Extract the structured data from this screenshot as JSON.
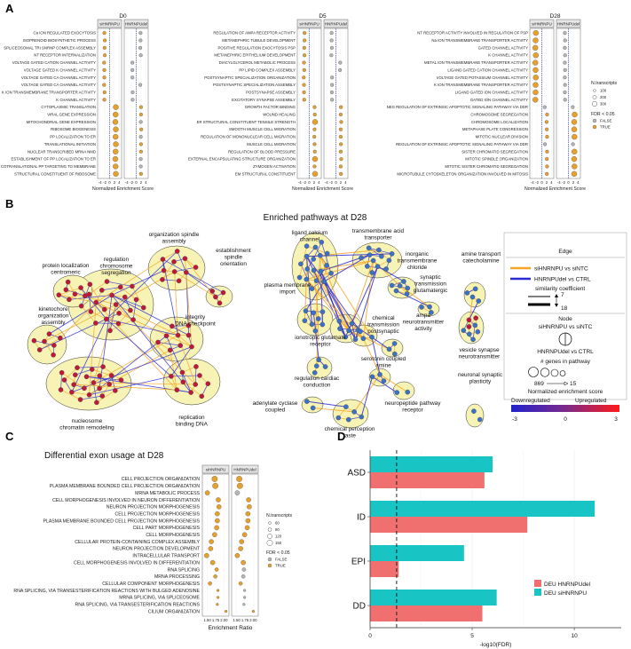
{
  "panels": {
    "A": {
      "label": "A",
      "facets": [
        "siHNRNPU",
        "HNRNPUdel"
      ],
      "xlabel": "Normalized Enrichment Score",
      "xticks": [
        "-4",
        "-2",
        "0",
        "2",
        "4"
      ],
      "legend": {
        "size_title": "N.transcripts",
        "sizes": [
          "100",
          "200",
          "300"
        ],
        "fdr_title": "FDR < 0.05",
        "fdr_values": [
          "FALSE",
          "TRUE"
        ]
      },
      "groups": [
        {
          "name": "D0",
          "rows": [
            {
              "term": "Ca ION REGULATED EXOCYTOSIS",
              "si": -2.2,
              "del": 1.8
            },
            {
              "term": "ISOPRENOID BIOSYNTHETIC PROCESS",
              "si": -2.0,
              "del": 1.8
            },
            {
              "term": "SPLICEOSOMAL TRI SNRNP COMPLEX ASSEMBLY",
              "si": -2.1,
              "del": 1.7
            },
            {
              "term": "NT RECEPTOR INTERNALIZATION",
              "si": -2.0,
              "del": 1.9
            },
            {
              "term": "VOLTAGE GATED CATION CHANNEL ACTIVITY",
              "si": -2.3,
              "del": -1.6
            },
            {
              "term": "VOLTAGE GATED K CHANNEL ACTIVITY",
              "si": -2.2,
              "del": -1.6
            },
            {
              "term": "VOLTAGE GATED CA CHANNEL ACTIVITY",
              "si": -2.2,
              "del": -1.6
            },
            {
              "term": "VOLTAGE GATED CA CHANNEL ACTIVITY",
              "si": -2.3,
              "del": 1.7
            },
            {
              "term": "K ION TRANSMEMBRANE TRANSPORTER ACTIVITY",
              "si": -2.1,
              "del": -1.5
            },
            {
              "term": "K CHANNEL ACTIVITY",
              "si": -2.2,
              "del": -1.5
            },
            {
              "term": "CYTOPLASMIC TRANSLATION",
              "si": 2.6,
              "del": 2.0
            },
            {
              "term": "VIRAL GENE EXPRESSION",
              "si": 2.5,
              "del": 2.0
            },
            {
              "term": "MITOCHONDRIAL GENE EXPRESSION",
              "si": 2.4,
              "del": 1.9
            },
            {
              "term": "RIBOSOME BIOGENESIS",
              "si": 2.6,
              "del": 2.1
            },
            {
              "term": "PP LOCALIZATION TO ER",
              "si": 2.5,
              "del": 1.9
            },
            {
              "term": "TRANSLATIONAL INITIATION",
              "si": 2.6,
              "del": 2.0
            },
            {
              "term": "NUCLEAR TRANSCRIBED MRNA NMD",
              "si": 2.5,
              "del": 2.0
            },
            {
              "term": "ESTABLISHMENT OF PP LOCALIZATION TO ER",
              "si": 2.4,
              "del": 1.9
            },
            {
              "term": "COTRANSLATIONAL PP TARGETING TO MEMBRANE",
              "si": 2.5,
              "del": 1.9
            },
            {
              "term": "STRUCTURAL CONSTITUENT OF RIBOSOME",
              "si": 2.6,
              "del": 2.0
            }
          ]
        },
        {
          "name": "D5",
          "rows": [
            {
              "term": "REGULATION OF AMPA RECEPTOR ACTIVITY",
              "si": -2.0,
              "del": -1.8
            },
            {
              "term": "METANEPHRIC TUBULE DEVELOPMENT",
              "si": -2.0,
              "del": -1.8
            },
            {
              "term": "POSITIVE REGULATION EXOCYTOSIS PSP",
              "si": -2.1,
              "del": -1.7
            },
            {
              "term": "METANEPHRIC EPITHELIUM DEVELOPMENT",
              "si": -2.0,
              "del": -1.9
            },
            {
              "term": "DIACYLGLYCEROL METABOLIC PROCESS",
              "si": -2.2,
              "del": 1.8
            },
            {
              "term": "PP LIPID COMPLEX ASSEMBLY",
              "si": -2.1,
              "del": 1.7
            },
            {
              "term": "POSTSYNAPTIC SPECIALIZATION ORGANIZATION",
              "si": -2.3,
              "del": -1.6
            },
            {
              "term": "POSTSYNAPTIC SPECIALIZATION ASSEMBLY",
              "si": -2.2,
              "del": -1.6
            },
            {
              "term": "POSTSYNAPSE ASSEMBLY",
              "si": -2.2,
              "del": -1.7
            },
            {
              "term": "EXCITATORY SYNAPSE ASSEMBLY",
              "si": -2.1,
              "del": -1.6
            },
            {
              "term": "GROWTH FACTOR BINDING",
              "si": 2.2,
              "del": 2.1
            },
            {
              "term": "WOUND HEALING",
              "si": 2.3,
              "del": 2.0
            },
            {
              "term": "ER STRUCTURAL CONSTITUENT TENSILE STRENGTH",
              "si": 2.4,
              "del": 2.2
            },
            {
              "term": "SMOOTH MUSCLE CELL MIGRATION",
              "si": 2.2,
              "del": 2.0
            },
            {
              "term": "REGULATION OF MONONUCLEAR CELL MIGRATION",
              "si": 2.1,
              "del": 2.0
            },
            {
              "term": "MUSCLE CELL MIGRATION",
              "si": 2.2,
              "del": 2.1
            },
            {
              "term": "REGULATION OF BLOOD PRESSURE",
              "si": 2.3,
              "del": 2.0
            },
            {
              "term": "EXTERNAL ENCAPSULATING STRUCTURE ORGANIZATION",
              "si": 2.4,
              "del": 2.2
            },
            {
              "term": "ZYMOGEN ACTIVATION",
              "si": 2.2,
              "del": 2.0
            },
            {
              "term": "EM STRUCTURAL CONSTITUENT",
              "si": 2.4,
              "del": 2.1
            }
          ]
        },
        {
          "name": "D28",
          "rows": [
            {
              "term": "NT RECEPTOR ACTIVITY INVOLVED IN REGULATION OF PSP",
              "si": -2.5,
              "del": -1.5
            },
            {
              "term": "Na ION TRANSMEMBRANE TRANSPORTER ACTIVITY",
              "si": -2.6,
              "del": -1.4
            },
            {
              "term": "GATED CHANNEL ACTIVITY",
              "si": -2.7,
              "del": -1.5
            },
            {
              "term": "K CHANNEL ACTIVITY",
              "si": -2.5,
              "del": -1.4
            },
            {
              "term": "METAL ION TRANSMEMBRANE TRANSPORTER ACTIVITY",
              "si": -2.7,
              "del": -1.5
            },
            {
              "term": "LIGAND GATED CATION CHANNEL ACTIVITY",
              "si": -2.6,
              "del": -1.4
            },
            {
              "term": "VOLTAGE GATED POTASSIUM CHANNEL ACTIVITY",
              "si": -2.5,
              "del": -1.5
            },
            {
              "term": "K ION TRANSMEMBRANE TRANSPORTER ACTIVITY",
              "si": -2.6,
              "del": -1.4
            },
            {
              "term": "LIGAND GATED ION CHANNEL ACTIVITY",
              "si": -2.6,
              "del": -1.5
            },
            {
              "term": "GATED ION CHANNEL ACTIVITY",
              "si": -2.7,
              "del": -1.4
            },
            {
              "term": "NEG REGULATION OF EXTRINSIC APOPTOTIC SIGNALING PATHWAY VIA DDR",
              "si": 1.2,
              "del": 1.8
            },
            {
              "term": "CHROMOSOME SEGREGATION",
              "si": 2.2,
              "del": 2.6
            },
            {
              "term": "CHROMOSOME LOCALIZATION",
              "si": 2.0,
              "del": 2.4
            },
            {
              "term": "METAPHASE PLATE CONGRESSION",
              "si": 2.1,
              "del": 2.4
            },
            {
              "term": "MITOTIC NUCLEAR DIVISION",
              "si": 2.2,
              "del": 2.5
            },
            {
              "term": "REGULATION OF EXTRINSIC APOPTOTIC SIGNALING PATHWAY VIA DDR",
              "si": 1.3,
              "del": 1.9
            },
            {
              "term": "SISTER CHROMATID SEGREGATION",
              "si": 2.2,
              "del": 2.5
            },
            {
              "term": "MITOTIC SPINDLE ORGANIZATION",
              "si": 2.1,
              "del": 2.4
            },
            {
              "term": "MITOTIC SISTER CHROMATID SEGREGATION",
              "si": 2.2,
              "del": 2.5
            },
            {
              "term": "MICROTUBULE CYTOSKELETON ORGANIZATION INVOLVED IN MITOSIS",
              "si": 2.1,
              "del": 2.4
            }
          ]
        }
      ]
    },
    "B": {
      "label": "B",
      "title": "Enriched pathways at D28",
      "clusters_left": [
        "protein localization centromeric",
        "organization spindle assembly",
        "establishment spindle orientation",
        "regulation chromosome segregation",
        "kinetochore organization assembly",
        "integrity DNA checkpoint",
        "nucleosome chromatin remodeling",
        "replication binding DNA"
      ],
      "clusters_right": [
        "ligand calcium channel",
        "transmembrane acid transporter",
        "inorganic transmembrane chloride",
        "synaptic transmission glutamatergic",
        "amine transport catecholamine",
        "plasma membrane import",
        "ionotropic glutamate receptor",
        "chemical transmission postsynaptic",
        "ampa neurotransmitter activity",
        "vesicle synapse neurotransmitter",
        "regulation cardiac conduction",
        "serotonin coupled amine",
        "adenylate cyclase coupled",
        "neuropeptide pathway receptor",
        "neuronal synaptic plasticity",
        "chemical perception taste"
      ],
      "legend": {
        "edge_title": "Edge",
        "edge_si": "siHNRNPU vs siNTC",
        "edge_del": "HNRNPUdel vs CTRL",
        "similarity": "similarity coefficient",
        "sim_hi": "7",
        "sim_lo": "18",
        "node_title": "Node",
        "node_si": "siHNRNPU vs siNTC",
        "node_del": "HNRNPUdel vs CTRL",
        "genes": "# genes in pathway",
        "genes_hi": "869",
        "genes_lo": "15",
        "nes": "Normalized enrichment score",
        "down": "Downregulated",
        "up": "Upregulated",
        "scale": [
          "-3",
          "0",
          "3"
        ]
      },
      "colors": {
        "si_edge": "#f5a623",
        "del_edge": "#2b2bd6",
        "node_up": "#c0183a",
        "node_down": "#3a72c9",
        "cluster": "#f7f3b5"
      }
    },
    "C": {
      "label": "C",
      "title": "Differential exon usage at D28",
      "facets": [
        "siHNRNPU",
        "HNRNPUdel"
      ],
      "xlabel": "Enrichment Ratio",
      "xticks": [
        "1.50",
        "1.75",
        "2.00"
      ],
      "legend": {
        "size_title": "N.transcripts",
        "sizes": [
          "60",
          "90",
          "120",
          "150"
        ],
        "fdr_title": "FDR < 0.05",
        "fdr_values": [
          "FALSE",
          "TRUE"
        ]
      },
      "rows": [
        {
          "term": "CELL PROJECTION ORGANIZATION",
          "si": 1.72,
          "del": 1.58,
          "si_t": true,
          "del_t": true
        },
        {
          "term": "PLASMA MEMBRANE BOUNDED CELL PROJECTION ORGANIZATION",
          "si": 1.74,
          "del": 1.6,
          "si_t": true,
          "del_t": true
        },
        {
          "term": "MRNA METABOLIC PROCESS",
          "si": 1.5,
          "del": 1.52,
          "si_t": true,
          "del_t": false
        },
        {
          "term": "CELL MORPHOGENESIS INVOLVED IN NEURON DIFFERENTIATION",
          "si": 1.83,
          "del": 1.86,
          "si_t": true,
          "del_t": true
        },
        {
          "term": "NEURON PROJECTION MORPHOGENESIS",
          "si": 1.85,
          "del": 1.88,
          "si_t": true,
          "del_t": true
        },
        {
          "term": "CELL PROJECTION MORPHOGENESIS",
          "si": 1.8,
          "del": 1.84,
          "si_t": true,
          "del_t": true
        },
        {
          "term": "PLASMA MEMBRANE BOUNDED CELL PROJECTION MORPHOGENESIS",
          "si": 1.8,
          "del": 1.84,
          "si_t": true,
          "del_t": true
        },
        {
          "term": "CELL PART MORPHOGENESIS",
          "si": 1.78,
          "del": 1.82,
          "si_t": true,
          "del_t": true
        },
        {
          "term": "CELL MORPHOGENESIS",
          "si": 1.72,
          "del": 1.74,
          "si_t": true,
          "del_t": true
        },
        {
          "term": "CELLULAR PROTEIN-CONTAINING COMPLEX ASSEMBLY",
          "si": 1.62,
          "del": 1.65,
          "si_t": true,
          "del_t": true
        },
        {
          "term": "NEURON PROJECTION DEVELOPMENT",
          "si": 1.6,
          "del": 1.62,
          "si_t": true,
          "del_t": true
        },
        {
          "term": "INTRACELLULAR TRANSPORT",
          "si": 1.48,
          "del": 1.52,
          "si_t": true,
          "del_t": true
        },
        {
          "term": "CELL MORPHOGENESIS INVOLVED IN DIFFERENTIATION",
          "si": 1.66,
          "del": 1.7,
          "si_t": true,
          "del_t": true
        },
        {
          "term": "RNA SPLICING",
          "si": 1.78,
          "del": 1.72,
          "si_t": true,
          "del_t": false
        },
        {
          "term": "MRNA PROCESSING",
          "si": 1.74,
          "del": 1.7,
          "si_t": true,
          "del_t": false
        },
        {
          "term": "CELLULAR COMPONENT MORPHOGENESIS",
          "si": 1.58,
          "del": 1.62,
          "si_t": true,
          "del_t": true
        },
        {
          "term": "RNA SPLICING, VIA TRANSESTERIFICATION REACTIONS WITH BULGED ADENOSINE",
          "si": 1.82,
          "del": 1.74,
          "si_t": true,
          "del_t": false
        },
        {
          "term": "MRNA SPLICING, VIA SPLICEOSOME",
          "si": 1.82,
          "del": 1.74,
          "si_t": true,
          "del_t": false
        },
        {
          "term": "RNA SPLICING, VIA TRANSESTERIFICATION REACTIONS",
          "si": 1.8,
          "del": 1.72,
          "si_t": true,
          "del_t": false
        },
        {
          "term": "CILIUM ORGANIZATION",
          "si": 2.06,
          "del": 2.0,
          "si_t": true,
          "del_t": true
        }
      ]
    },
    "D": {
      "label": "D"
    }
  },
  "chart_data": {
    "type": "bar",
    "orientation": "horizontal",
    "categories": [
      "ASD",
      "ID",
      "EPI",
      "DD"
    ],
    "series": [
      {
        "name": "DEU HNRNPUdel",
        "values": [
          5.6,
          7.7,
          1.4,
          5.5
        ],
        "color": "#f07070"
      },
      {
        "name": "DEU siHNRNPU",
        "values": [
          6.0,
          11.0,
          4.6,
          6.2
        ],
        "color": "#18c4c4"
      }
    ],
    "xlabel": "-log10(FDR)",
    "xticks": [
      "0",
      "5",
      "10"
    ],
    "xlim": [
      0,
      12.3
    ],
    "threshold": 1.3,
    "legend_position": "bottom-right",
    "grid": true
  }
}
